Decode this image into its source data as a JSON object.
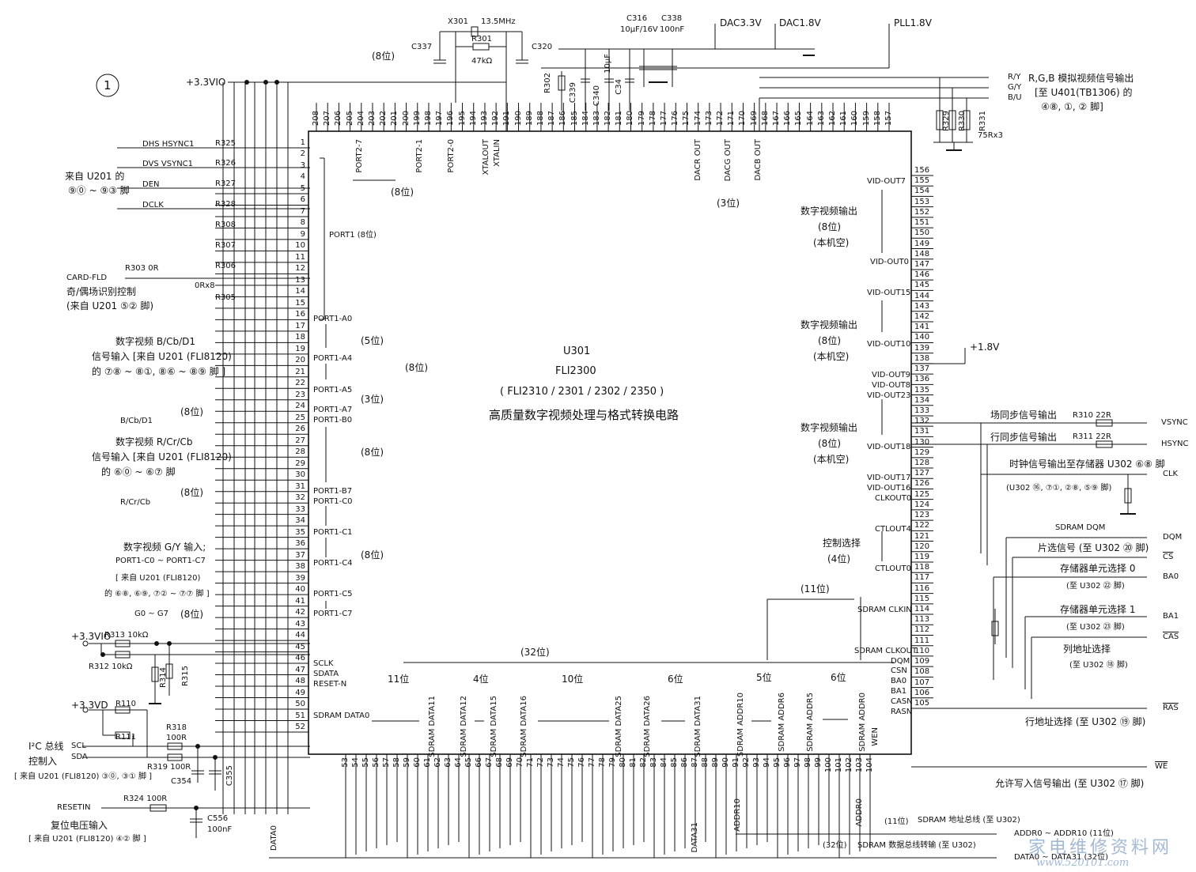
{
  "chip": {
    "ref": "U301",
    "model": "FLI2300",
    "variants": "( FLI2310 / 2301 / 2302 / 2350 )",
    "desc": "高质量数字视频处理与格式转换电路"
  },
  "page_marker": "1",
  "supplies": {
    "v33vio": "+3.3VIO",
    "dac33": "DAC3.3V",
    "dac18": "DAC1.8V",
    "pll18": "PLL1.8V",
    "v18": "+1.8V",
    "v33vio2": "+3.3VIO",
    "v33vd": "+3.3VD"
  },
  "crystal": {
    "ref": "X301",
    "freq": "13.5MHz",
    "r": "R301",
    "rv": "47kΩ",
    "c1": "C337",
    "c2": "C320"
  },
  "caps_top": {
    "c316": "C316",
    "c316v": "10μF/16V",
    "c338": "C338",
    "c338v": "100nF",
    "c339": "C339",
    "c340": "C340",
    "c340v": "10μF",
    "c34": "C34",
    "r302": "R302"
  },
  "left_inputs": {
    "src1": "来自 U201 的",
    "src2": "⑨⓪ ~ ⑨③ 脚",
    "hs": "DHS HSYNC1",
    "vs": "DVS VSYNC1",
    "den": "DEN",
    "dclk": "DCLK",
    "r325": "R325",
    "r326": "R326",
    "r327": "R327",
    "r328": "R328",
    "r308": "R308",
    "r307": "R307",
    "r306": "R306",
    "r305": "R305",
    "r303": "R303 0R",
    "r8": "0Rx8",
    "card": "CARD-FLD",
    "card_desc": "奇/偶场识别控制",
    "card_src": "(来自 U201 ⑤② 脚)"
  },
  "bcb": {
    "l1": "数字视频 B/Cb/D1",
    "l2": "信号输入 [来自 U201 (FLI8120)",
    "l3": "的 ⑦⑧ ~ ⑧①, ⑧⑥ ~ ⑧⑨ 脚 ]",
    "bits": "(8位)",
    "name": "B/Cb/D1"
  },
  "rcr": {
    "l1": "数字视频 R/Cr/Cb",
    "l2": "信号输入 [来自 U201 (FLI8120)",
    "l3": "的 ⑥⓪ ~ ⑥⑦ 脚",
    "bits": "(8位)",
    "name": "R/Cr/Cb"
  },
  "gy": {
    "l1": "数字视频 G/Y 输入;",
    "l2": "PORT1-C0 ~ PORT1-C7",
    "l3": "[ 来自 U201 (FLI8120)",
    "l4": "的 ⑥⑧, ⑥⑨, ⑦② ~ ⑦⑦ 脚 ]",
    "bits": "(8位)",
    "name": "G0 ~ G7"
  },
  "i2c": {
    "r313": "R313  10kΩ",
    "r312": "R312  10kΩ",
    "r314": "R314",
    "r315": "R315",
    "r110": "R110",
    "r111": "R111",
    "r318": "R318",
    "r318v": "100R",
    "r319": "R319  100R",
    "c354": "C354",
    "c355": "C355",
    "bus": "I²C 总线",
    "ctrl": "控制入",
    "src": "[ 来自 U201 (FLI8120) ③⓪, ③① 脚 ]",
    "scl": "SCL",
    "sda": "SDA"
  },
  "reset": {
    "name": "RESETIN",
    "r324": "R324  100R",
    "c556": "C556",
    "c556v": "100nF",
    "desc": "复位电压输入",
    "src": "[ 来自 U201 (FLI8120) ④② 脚 ]"
  },
  "inner_left": {
    "port1": "PORT1 (8位)",
    "a0": "PORT1-A0",
    "a4": "PORT1-A4",
    "a5": "PORT1-A5",
    "a7": "PORT1-A7",
    "b0": "PORT1-B0",
    "b7": "PORT1-B7",
    "c0": "PORT1-C0",
    "c1": "PORT1-C1",
    "c4": "PORT1-C4",
    "c5": "PORT1-C5",
    "c7": "PORT1-C7",
    "b5": "(5位)",
    "b3": "(3位)",
    "b8a": "(8位)",
    "b8b": "(8位)",
    "b8c": "(8位)",
    "sclk": "SCLK",
    "sdata": "SDATA",
    "resetn": "RESET-N",
    "data0": "SDRAM  DATA0"
  },
  "inner_top": {
    "port27": "PORT2-7",
    "port21": "PORT2-1",
    "port20": "PORT2-0",
    "xout": "XTALOUT",
    "xin": "XTALIN",
    "bits": "(8位)",
    "bits_top": "(8位)",
    "dacr": "DACR OUT",
    "dacg": "DACG OUT",
    "dacb": "DACB OUT",
    "dacbits": "(3位)"
  },
  "inner_bottom": {
    "bits32": "(32位)",
    "b11": "11位",
    "b4": "4位",
    "b10": "10位",
    "b6": "6位",
    "b5": "5位",
    "b6b": "6位",
    "d11": "SDRAM  DATA11",
    "d12": "SDRAM  DATA12",
    "d15": "SDRAM  DATA15",
    "d16": "SDRAM  DATA16",
    "d25": "SDRAM  DATA25",
    "d26": "SDRAM  DATA26",
    "d31": "SDRAM  DATA31",
    "a10": "SDRAM  ADDR10",
    "a6": "SDRAM  ADDR6",
    "a5": "SDRAM  ADDR5",
    "a0": "SDRAM  ADDR0",
    "wen": "WEN"
  },
  "inner_right": {
    "vo7": "VID-OUT7",
    "vo0": "VID-OUT0",
    "vo15": "VID-OUT15",
    "vo10": "VID-OUT10",
    "vo9": "VID-OUT9",
    "vo8": "VID-OUT8",
    "vo23": "VID-OUT23",
    "vo18": "VID-OUT18",
    "vo17": "VID-OUT17",
    "vo16": "VID-OUT16",
    "clkout0": "CLKOUT0",
    "ctl4": "CTLOUT4",
    "ctl0": "CTLOUT0",
    "clkin": "SDRAM  CLKIN",
    "clkout": "SDRAM  CLKOUT",
    "dqm": "DQM",
    "csn": "CSN",
    "ba0": "BA0",
    "ba1": "BA1",
    "casn": "CASN",
    "rasn": "RASN",
    "dvo": "数字视频输出",
    "b8": "(8位)",
    "nc": "(本机空)",
    "ctrl": "控制选择",
    "b4": "(4位)",
    "b11": "(11位)"
  },
  "right_outputs": {
    "ry": "R/Y",
    "gy": "G/Y",
    "bu": "B/U",
    "rgb1": "R,G,B 模拟视频信号输出",
    "rgb2": "[至 U401(TB1306) 的",
    "rgb3": "④⑧, ①, ② 脚]",
    "r329": "R329",
    "r330": "R330",
    "r331": "R331",
    "r75": "75Rx3",
    "vsync_lbl": "场同步信号输出",
    "hsync_lbl": "行同步信号输出",
    "r310": "R310  22R",
    "r311": "R311  22R",
    "vsync": "VSYNC",
    "hsync": "HSYNC",
    "clk_lbl": "时钟信号输出至存储器 U302 ⑥⑧ 脚",
    "clk_pins": "(U302 ⑯, ⑦①, ②⑧, ⑤⑨ 脚)",
    "clk": "CLK",
    "dqm_lbl": "SDRAM  DQM",
    "dqm": "DQM",
    "cs_lbl": "片选信号 (至 U302 ⑳ 脚)",
    "cs": "CS",
    "ba0_lbl": "存储器单元选择 0",
    "ba0_pin": "(至 U302 ㉒ 脚)",
    "ba0": "BA0",
    "ba1_lbl": "存储器单元选择 1",
    "ba1_pin": "(至 U302 ㉓ 脚)",
    "ba1": "BA1",
    "cas_lbl": "列地址选择",
    "cas_pin": "(至 U302 ⑱ 脚)",
    "cas": "CAS",
    "ras_lbl": "行地址选择 (至 U302 ⑲ 脚)",
    "ras": "RAS",
    "we_lbl": "允许写入信号输出 (至 U302 ⑰ 脚)",
    "we": "WE",
    "addr_bus": "SDRAM 地址总线 (至 U302)",
    "addr_bits": "(11位)",
    "addr": "ADDR0 ~ ADDR10 (11位)",
    "data_bus": "SDRAM 数据总线转输 (至 U302)",
    "data_bits": "(32位)",
    "data": "DATA0 ~ DATA31 (32位)",
    "addr10": "ADDR10",
    "addr0": "ADDR0",
    "data0": "DATA0",
    "data31": "DATA31"
  },
  "watermark": {
    "cn": "家电维修资料网",
    "url": "www.520101.com"
  }
}
